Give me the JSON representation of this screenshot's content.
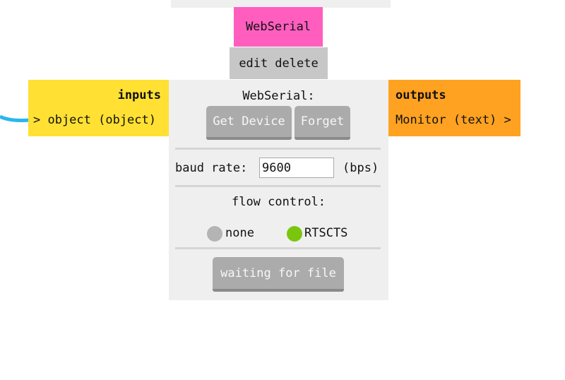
{
  "node": {
    "title": "WebSerial",
    "actions": {
      "edit_label": "edit",
      "delete_label": "delete"
    }
  },
  "inputs": {
    "header": "inputs",
    "port_label": "> object (object)"
  },
  "outputs": {
    "header": "outputs",
    "port_label": "Monitor (text) >"
  },
  "panel": {
    "section_title": "WebSerial:",
    "get_device_label": "Get Device",
    "forget_label": "Forget",
    "baud": {
      "label": "baud rate:",
      "value": "9600",
      "unit": "(bps)"
    },
    "flow_control": {
      "label": "flow control:",
      "options": [
        {
          "label": "none",
          "selected": false
        },
        {
          "label": "RTSCTS",
          "selected": true
        }
      ]
    },
    "status_button_label": "waiting for file"
  },
  "colors": {
    "title_bg": "#ff5ebf",
    "inputs_bg": "#ffe033",
    "outputs_bg": "#ffa221",
    "panel_bg": "#efefef",
    "radio_selected": "#7ac60f",
    "radio_unselected": "#b4b4b4",
    "wire": "#29b6f0"
  }
}
